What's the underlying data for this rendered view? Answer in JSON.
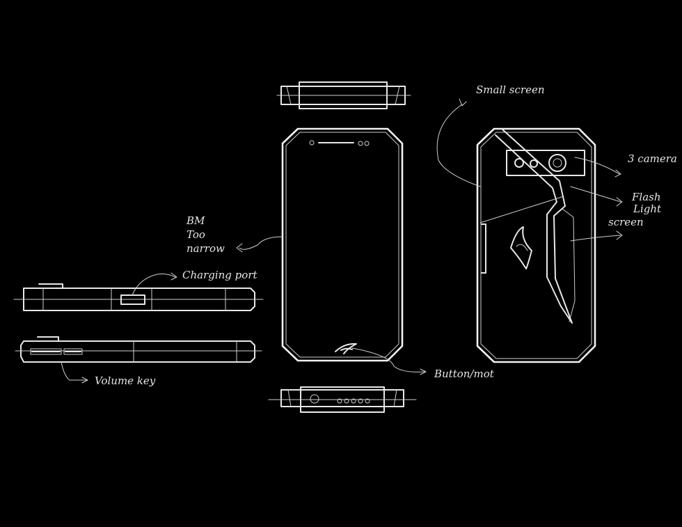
{
  "annotations": {
    "small_screen": "Small screen",
    "three_camera": "3 camera",
    "flash_light_1": "Flash",
    "flash_light_2": "Light",
    "screen": "screen",
    "bm_1": "BM",
    "bm_2": "Too",
    "bm_3": "narrow",
    "charging_port": "Charging port",
    "volume_key": "Volume key",
    "button_mot": "Button/mot"
  },
  "colors": {
    "background": "#000000",
    "sketch_line": "#e8e8e8"
  }
}
